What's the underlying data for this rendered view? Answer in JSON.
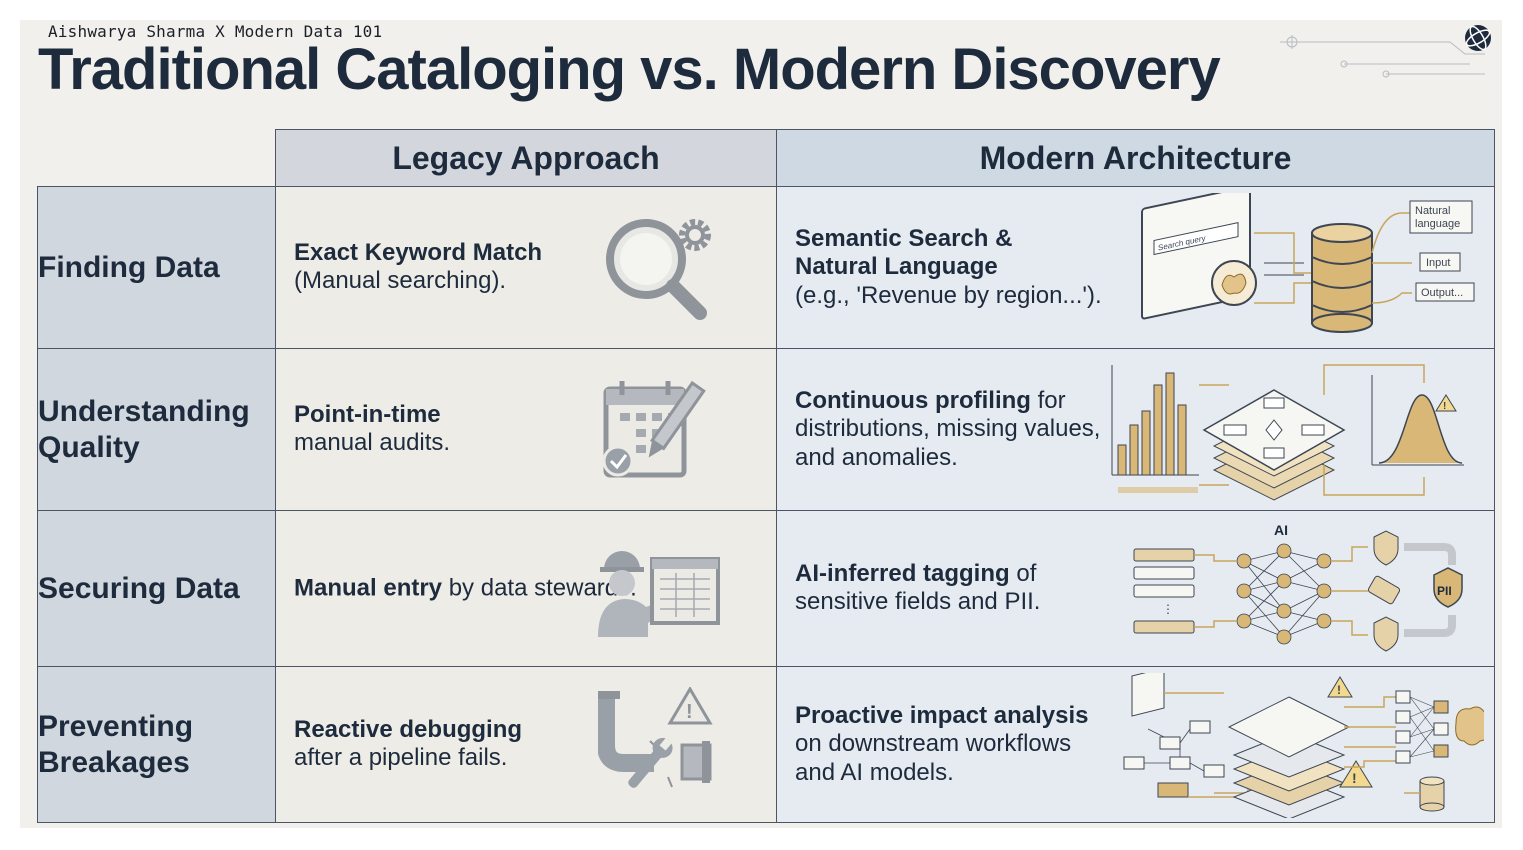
{
  "credit": "Aishwarya Sharma X Modern Data 101",
  "title": "Traditional Cataloging vs. Modern Discovery",
  "columns": {
    "legacy": "Legacy Approach",
    "modern": "Modern Architecture"
  },
  "rows": [
    {
      "label": "Finding Data",
      "legacy_bold": "Exact Keyword Match",
      "legacy_rest": "(Manual searching).",
      "legacy_icon": "magnifier-gear-icon",
      "modern_bold": "Semantic Search &\nNatural Language",
      "modern_rest": "(e.g., 'Revenue by region...').",
      "modern_icon": "semantic-search-illustration",
      "illus_labels": {
        "search": "Search query",
        "natural": "Natural\nlanguage",
        "input": "Input",
        "output": "Output..."
      }
    },
    {
      "label": "Understanding Quality",
      "legacy_bold": "Point-in-time",
      "legacy_rest": "manual audits.",
      "legacy_icon": "calendar-pen-icon",
      "modern_bold": "Continuous profiling",
      "modern_rest": "for distributions, missing values, and anomalies.",
      "modern_icon": "profiling-illustration"
    },
    {
      "label": "Securing Data",
      "legacy_bold": "Manual entry",
      "legacy_rest": "by data stewards.",
      "legacy_icon": "worker-spreadsheet-icon",
      "modern_bold": "AI-inferred tagging",
      "modern_rest": "of sensitive fields and PII.",
      "modern_icon": "ai-tagging-illustration",
      "illus_labels": {
        "ai": "AI",
        "pii": "PII"
      }
    },
    {
      "label": "Preventing Breakages",
      "legacy_bold": "Reactive debugging",
      "legacy_rest": "after a pipeline fails.",
      "legacy_icon": "broken-pipe-wrench-icon",
      "modern_bold": "Proactive impact analysis",
      "modern_rest": "on downstream workflows and AI models.",
      "modern_icon": "impact-analysis-illustration"
    }
  ],
  "colors": {
    "ink": "#1d2b3d",
    "gold": "#c9a45c",
    "line": "#4b5563",
    "label_bg": "#d1d7de",
    "legacy_bg": "#eeece7",
    "modern_bg": "#e6ebf1"
  }
}
